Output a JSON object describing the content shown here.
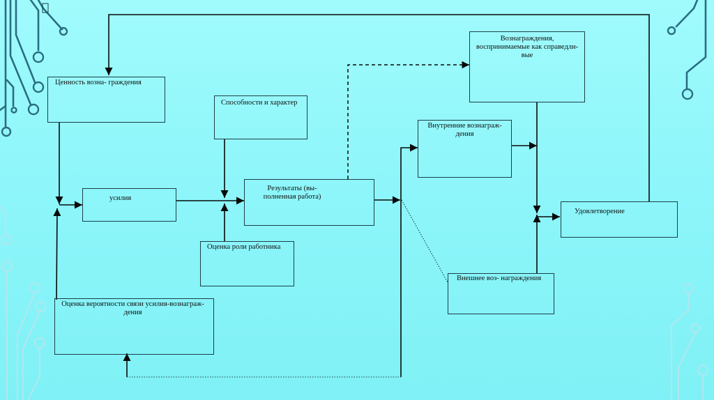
{
  "diagram": {
    "type": "flowchart",
    "theme_colors": {
      "background": "#91f7fa",
      "box_border": "#1d3f47",
      "connector": "#0a0a0a",
      "circuit_dark": "#2b6d82",
      "circuit_light": "#bfe8ef"
    },
    "nodes": {
      "reward_value": {
        "label": "Ценность возна- граждения"
      },
      "effort": {
        "label": "усилия"
      },
      "abilities": {
        "label": "Способности и характер"
      },
      "role_perception": {
        "label": "Оценка роли работника"
      },
      "results": {
        "label": "Результаты (вы- полненная работа)"
      },
      "effort_reward_probability": {
        "label": "Оценка вероятности связи усилия-вознаграж- дения"
      },
      "fair_rewards": {
        "label": "Вознаграждения, воспринимаемые как справедли- вые"
      },
      "intrinsic_rewards": {
        "label": "Внутренние вознаграж- дения"
      },
      "extrinsic_rewards": {
        "label": "Внешнее воз- награждения"
      },
      "satisfaction": {
        "label": "Удовлетворение"
      }
    },
    "edges": [
      {
        "from": "satisfaction",
        "to": "reward_value",
        "style": "solid"
      },
      {
        "from": "reward_value",
        "to": "effort",
        "style": "solid"
      },
      {
        "from": "effort_reward_probability",
        "to": "effort",
        "style": "solid"
      },
      {
        "from": "effort",
        "to": "results",
        "style": "solid"
      },
      {
        "from": "abilities",
        "to": "results",
        "style": "solid"
      },
      {
        "from": "role_perception",
        "to": "results",
        "style": "solid"
      },
      {
        "from": "results",
        "to": "fair_rewards",
        "style": "dashed"
      },
      {
        "from": "results",
        "to": "intrinsic_rewards",
        "style": "solid"
      },
      {
        "from": "results",
        "to": "extrinsic_rewards",
        "style": "dotted"
      },
      {
        "from": "results",
        "to": "effort_reward_probability",
        "style": "dotted"
      },
      {
        "from": "fair_rewards",
        "to": "satisfaction",
        "style": "solid"
      },
      {
        "from": "intrinsic_rewards",
        "to": "satisfaction",
        "style": "solid"
      },
      {
        "from": "extrinsic_rewards",
        "to": "satisfaction",
        "style": "solid"
      }
    ]
  }
}
